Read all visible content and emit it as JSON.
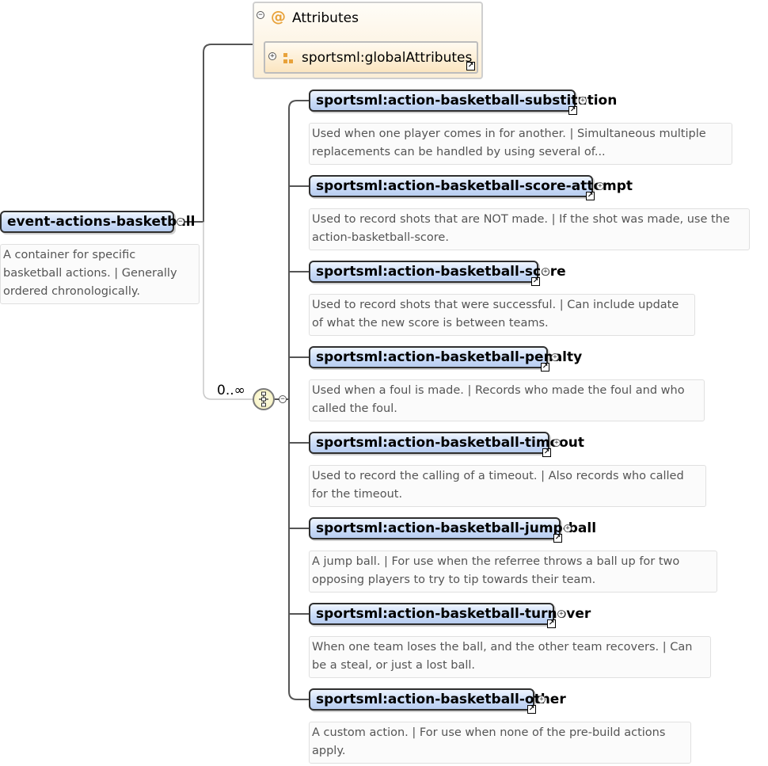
{
  "attributes": {
    "title": "Attributes",
    "group_label": "sportsml:globalAttributes"
  },
  "root": {
    "label": "event-actions-basketball",
    "doc": "A container for specific basketball actions. | Generally ordered chronologically."
  },
  "sequence": {
    "occurrence": "0..∞"
  },
  "children": [
    {
      "label": "sportsml:action-basketball-substitution",
      "doc": "Used when one player comes in for another. | Simultaneous multiple replacements can be handled by using several of..."
    },
    {
      "label": "sportsml:action-basketball-score-attempt",
      "doc": "Used to record shots that are NOT made. | If the shot was made, use the action-basketball-score."
    },
    {
      "label": "sportsml:action-basketball-score",
      "doc": "Used to record shots that were successful. | Can include update of what the new score is between teams."
    },
    {
      "label": "sportsml:action-basketball-penalty",
      "doc": "Used when a foul is made. | Records who made the foul and who called the foul."
    },
    {
      "label": "sportsml:action-basketball-timeout",
      "doc": "Used to record the calling of a timeout. | Also records who called for the timeout."
    },
    {
      "label": "sportsml:action-basketball-jump-ball",
      "doc": "A jump ball. | For use when the referree throws a ball up for two opposing players to try to tip towards their team."
    },
    {
      "label": "sportsml:action-basketball-turnover",
      "doc": "When one team loses the ball, and the other team recovers. | Can be a steal, or just a lost ball."
    },
    {
      "label": "sportsml:action-basketball-other",
      "doc": "A custom action. | For use when none of the pre-build actions apply."
    }
  ]
}
